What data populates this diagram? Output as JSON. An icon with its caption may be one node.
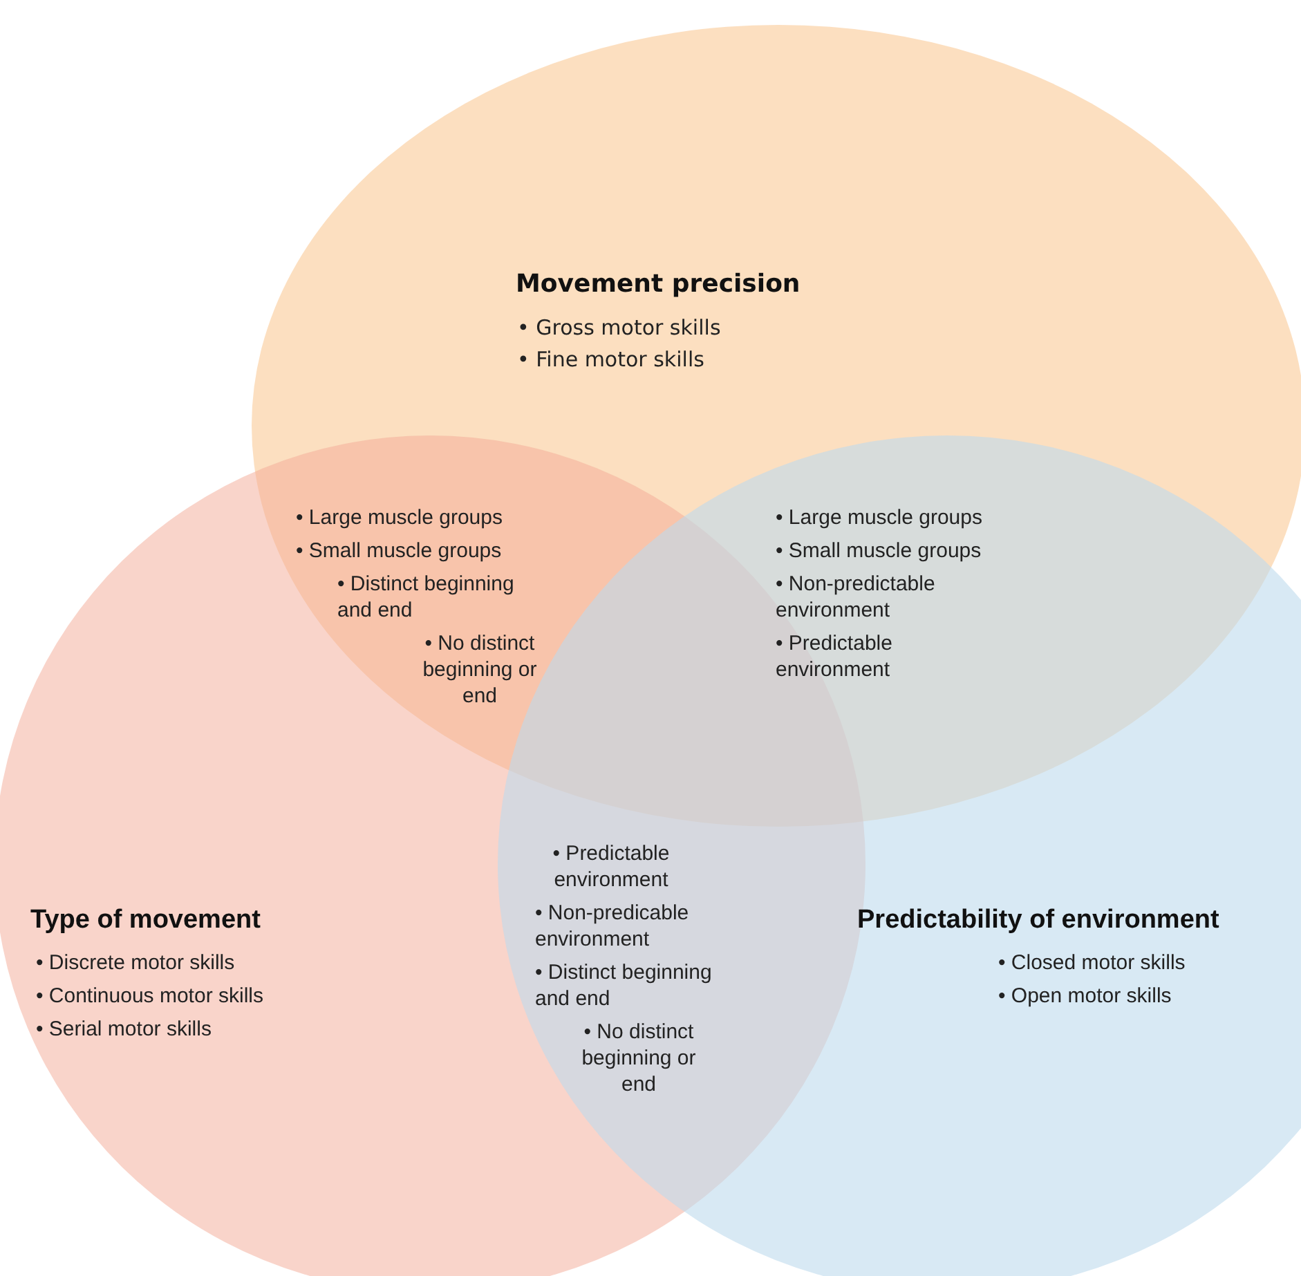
{
  "diagram": {
    "nodes": [
      {
        "text": [
          "Movement precision",
          "• Gross motor skills",
          "• Fine motor skills"
        ]
      },
      {
        "text": [
          "Type of movement",
          "• Discrete motor skills",
          "• Continuous motor skills",
          "• Serial motor skills"
        ]
      },
      {
        "text": [
          "Predictability of environment",
          "• Closed motor skills",
          "• Open motor skills"
        ]
      }
    ],
    "labels": [
      "• Large muscle groups",
      "• Small muscle groups",
      "• Distinct beginning and end",
      "• No distinct beginning or end",
      "• Large muscle groups",
      "• Small muscle groups",
      "• Non-predictable environment",
      "• Predictable environment",
      "• Predictable environment",
      "• Non-predicable environment",
      "• Distinct beginning and end",
      "• No distinct beginning or end"
    ]
  }
}
